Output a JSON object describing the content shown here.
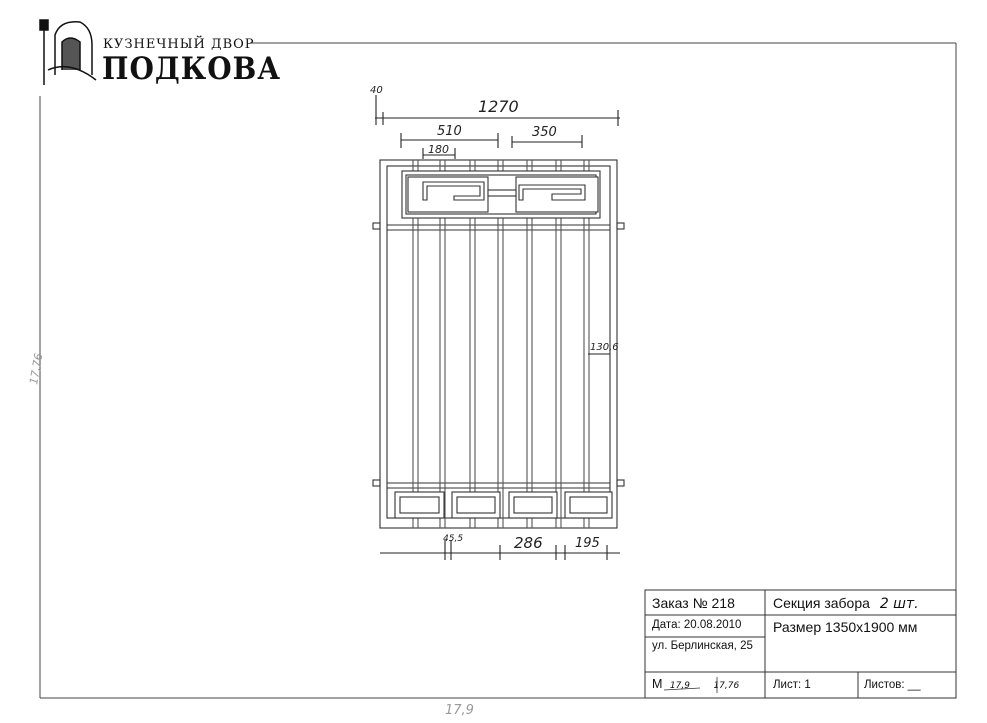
{
  "logo": {
    "subtitle": "КУЗНЕЧНЫЙ ДВОР",
    "name": "ПОДКОВА"
  },
  "dimensions": {
    "side_post": "40",
    "overall_width": "1270",
    "ornament_left": "510",
    "ornament_right": "350",
    "spiral_width": "180",
    "bar_spacing": "130,6",
    "bottom_gap": "45,5",
    "bottom_box_pitch": "286",
    "bottom_box_width": "195"
  },
  "margin_notes": {
    "left": "17,76",
    "bottom": "17,9"
  },
  "title_block": {
    "order": "Заказ № 218",
    "date": "Дата: 20.08.2010",
    "address": "ул. Берлинская, 25",
    "product_label": "Секция забора",
    "quantity": "2 шт.",
    "size": "Размер 1350x1900 мм",
    "scale_prefix": "М",
    "scale_x": "17,9",
    "scale_y": "17,76",
    "sheet": "Лист: 1",
    "sheets": "Листов: __"
  }
}
